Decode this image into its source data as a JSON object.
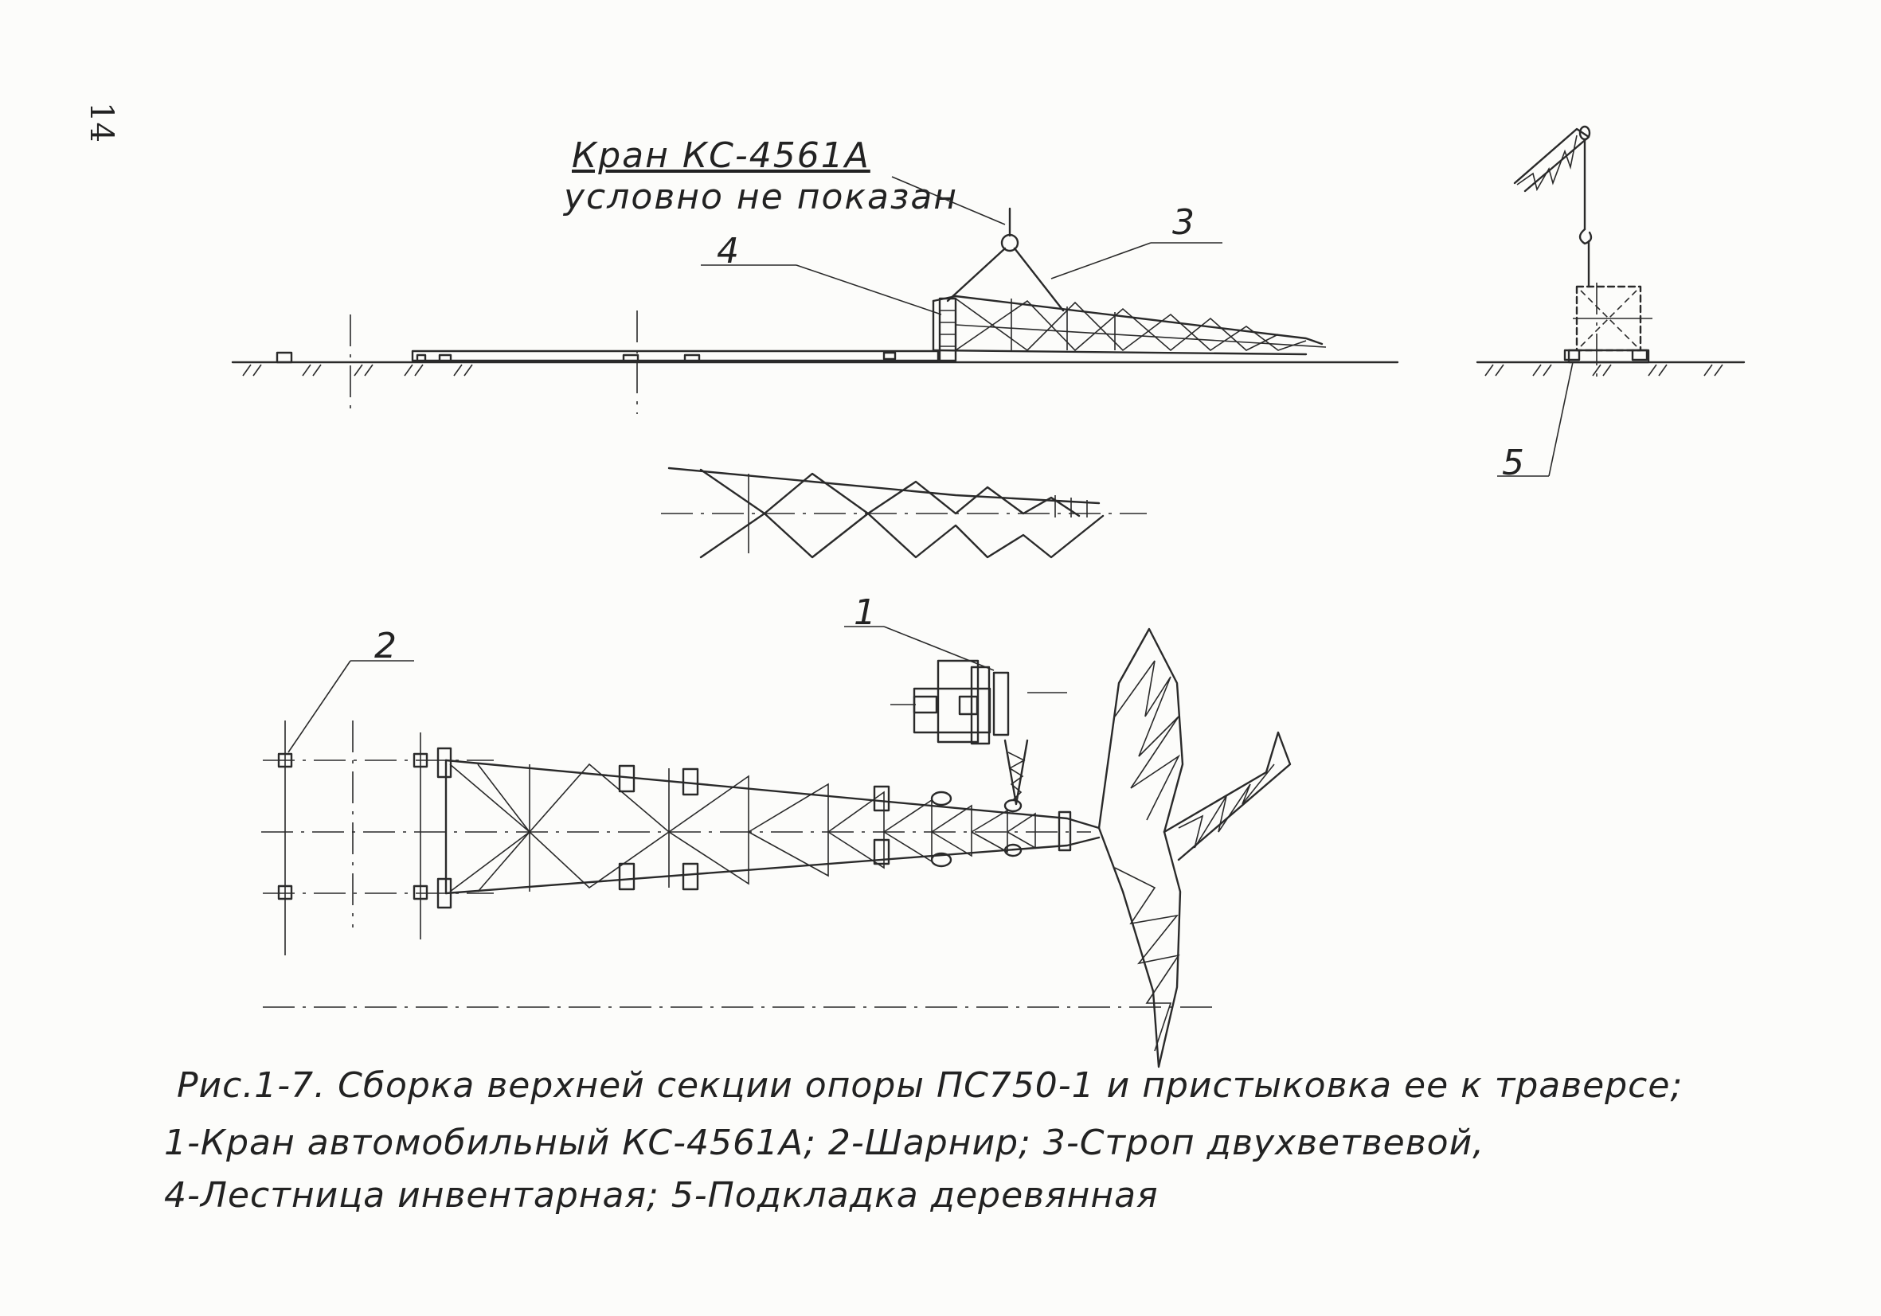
{
  "page": {
    "number": "14"
  },
  "crane_note": {
    "line1": "Кран КС-4561А",
    "line2": "условно не показан"
  },
  "callouts": [
    "1",
    "2",
    "3",
    "4",
    "5"
  ],
  "caption": {
    "line1": "Рис.1-7. Сборка верхней секции опоры ПС750-1 и пристыковка ее к траверсе;",
    "line2": "1-Кран автомобильный КС-4561А; 2-Шарнир; 3-Строп двухветвевой,",
    "line3": "4-Лестница инвентарная; 5-Подкладка деревянная"
  },
  "colors": {
    "ink": "#2a2a2a",
    "paper": "#fcfcfa"
  }
}
